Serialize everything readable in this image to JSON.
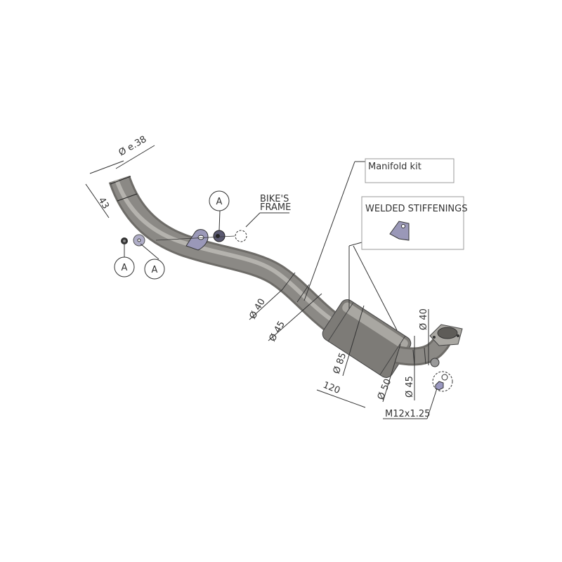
{
  "dimensions": {
    "inlet_diameter": "Ø e.38",
    "inlet_length": "43",
    "pipe_diameter_1": "Ø 40",
    "pipe_diameter_2": "Ø 45",
    "catalyst_diameter": "Ø 85",
    "catalyst_length": "120",
    "outlet_diameter": "Ø 50",
    "bend_diameter": "Ø 45",
    "flange_diameter": "Ø 40",
    "stud_thread": "M12x1.25"
  },
  "callouts": {
    "part_a_1": "A",
    "part_a_2": "A",
    "part_a_3": "A",
    "bikes_frame_line1": "BIKE'S",
    "bikes_frame_line2": "FRAME",
    "manifold_kit": "Manifold kit",
    "welded_stiffenings": "WELDED STIFFENINGS"
  },
  "colors": {
    "pipe": "#8b8985",
    "pipe_highlight": "#b5b3ae",
    "line": "#333333"
  }
}
